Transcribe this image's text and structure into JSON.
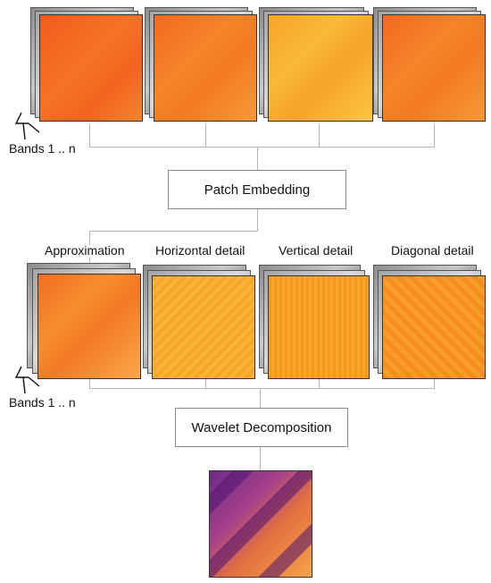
{
  "embedding_label": "Patch Embedding",
  "decomposition_label": "Wavelet Decomposition",
  "bands_label_top": "Bands 1 .. n",
  "bands_label_bottom": "Bands 1 .. n",
  "detail_labels": {
    "approximation": "Approximation",
    "horizontal": "Horizontal detail",
    "vertical": "Vertical detail",
    "diagonal": "Diagonal detail"
  },
  "colors": {
    "connector": "#b4b4b4",
    "heatmap_orange": "#f47c20",
    "heatmap_purple": "#6d2a86"
  }
}
